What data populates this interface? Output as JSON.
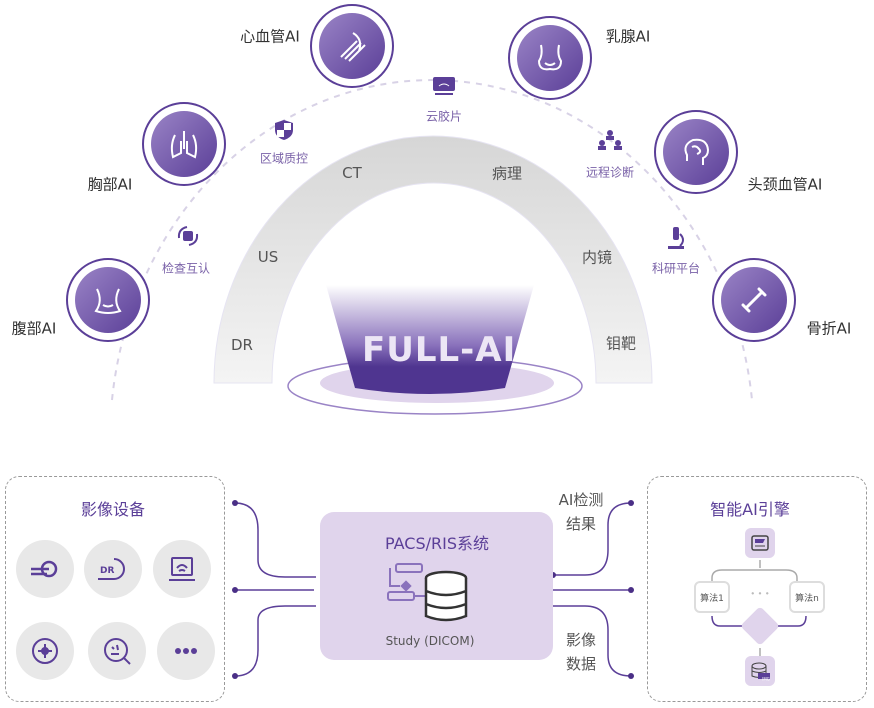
{
  "top": {
    "center_label": "FULL-AI",
    "modalities": [
      "DR",
      "US",
      "CT",
      "病理",
      "内镜",
      "钼靶"
    ],
    "ai_modules": [
      {
        "label": "心血管AI",
        "icon": "vessel-icon"
      },
      {
        "label": "乳腺AI",
        "icon": "breast-icon"
      },
      {
        "label": "胸部AI",
        "icon": "chest-icon"
      },
      {
        "label": "头颈血管AI",
        "icon": "brain-icon"
      },
      {
        "label": "腹部AI",
        "icon": "abdomen-icon"
      },
      {
        "label": "骨折AI",
        "icon": "bone-icon"
      }
    ],
    "features": [
      {
        "label": "云胶片",
        "icon": "cloud-film-icon"
      },
      {
        "label": "区域质控",
        "icon": "shield-icon"
      },
      {
        "label": "远程诊断",
        "icon": "team-icon"
      },
      {
        "label": "检查互认",
        "icon": "exchange-icon"
      },
      {
        "label": "科研平台",
        "icon": "microscope-icon"
      }
    ]
  },
  "devices": {
    "title": "影像设备",
    "items": [
      "CT",
      "DR",
      "US",
      "network",
      "search",
      "..."
    ]
  },
  "pacs": {
    "title": "PACS/RIS系统",
    "subtitle": "Study (DICOM)"
  },
  "flows": {
    "ai_result": [
      "AI检测",
      "结果"
    ],
    "image_data": [
      "影像",
      "数据"
    ]
  },
  "engine": {
    "title": "智能AI引擎",
    "alg1": "算法1",
    "algn": "算法n",
    "dots": "• • •",
    "img_tag": "IMG"
  },
  "colors": {
    "primary": "#5b3f98",
    "light": "#e0d4ec"
  }
}
